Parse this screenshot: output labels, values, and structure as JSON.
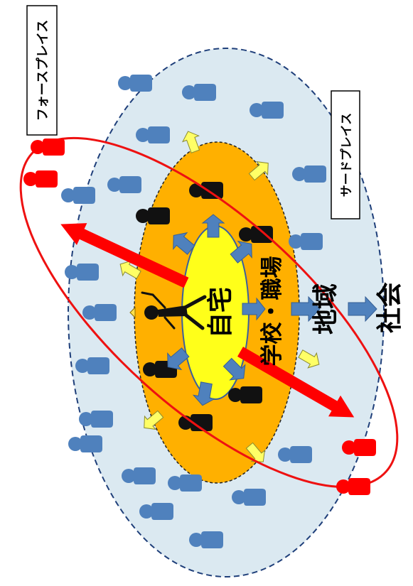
{
  "labels": {
    "fourth_place": "フォースプレイス",
    "third_place": "サードプレイス",
    "home": "自宅",
    "school_work": "学校・職場",
    "community": "地域",
    "society": "社会"
  },
  "colors": {
    "outer_fill": "#dbe9f1",
    "outer_border": "#1f3f7a",
    "middle_fill": "#ffb000",
    "inner_fill": "#ffff1a",
    "blue_person": "#4f81bd",
    "black_person": "#111111",
    "red_person": "#ff0000",
    "red_ellipse": "#ee1111",
    "blue_arrow": "#4f81bd",
    "yellow_arrow": "#ffff66"
  },
  "icons": {
    "person": "person-icon",
    "dancer": "dancing-person-icon"
  }
}
